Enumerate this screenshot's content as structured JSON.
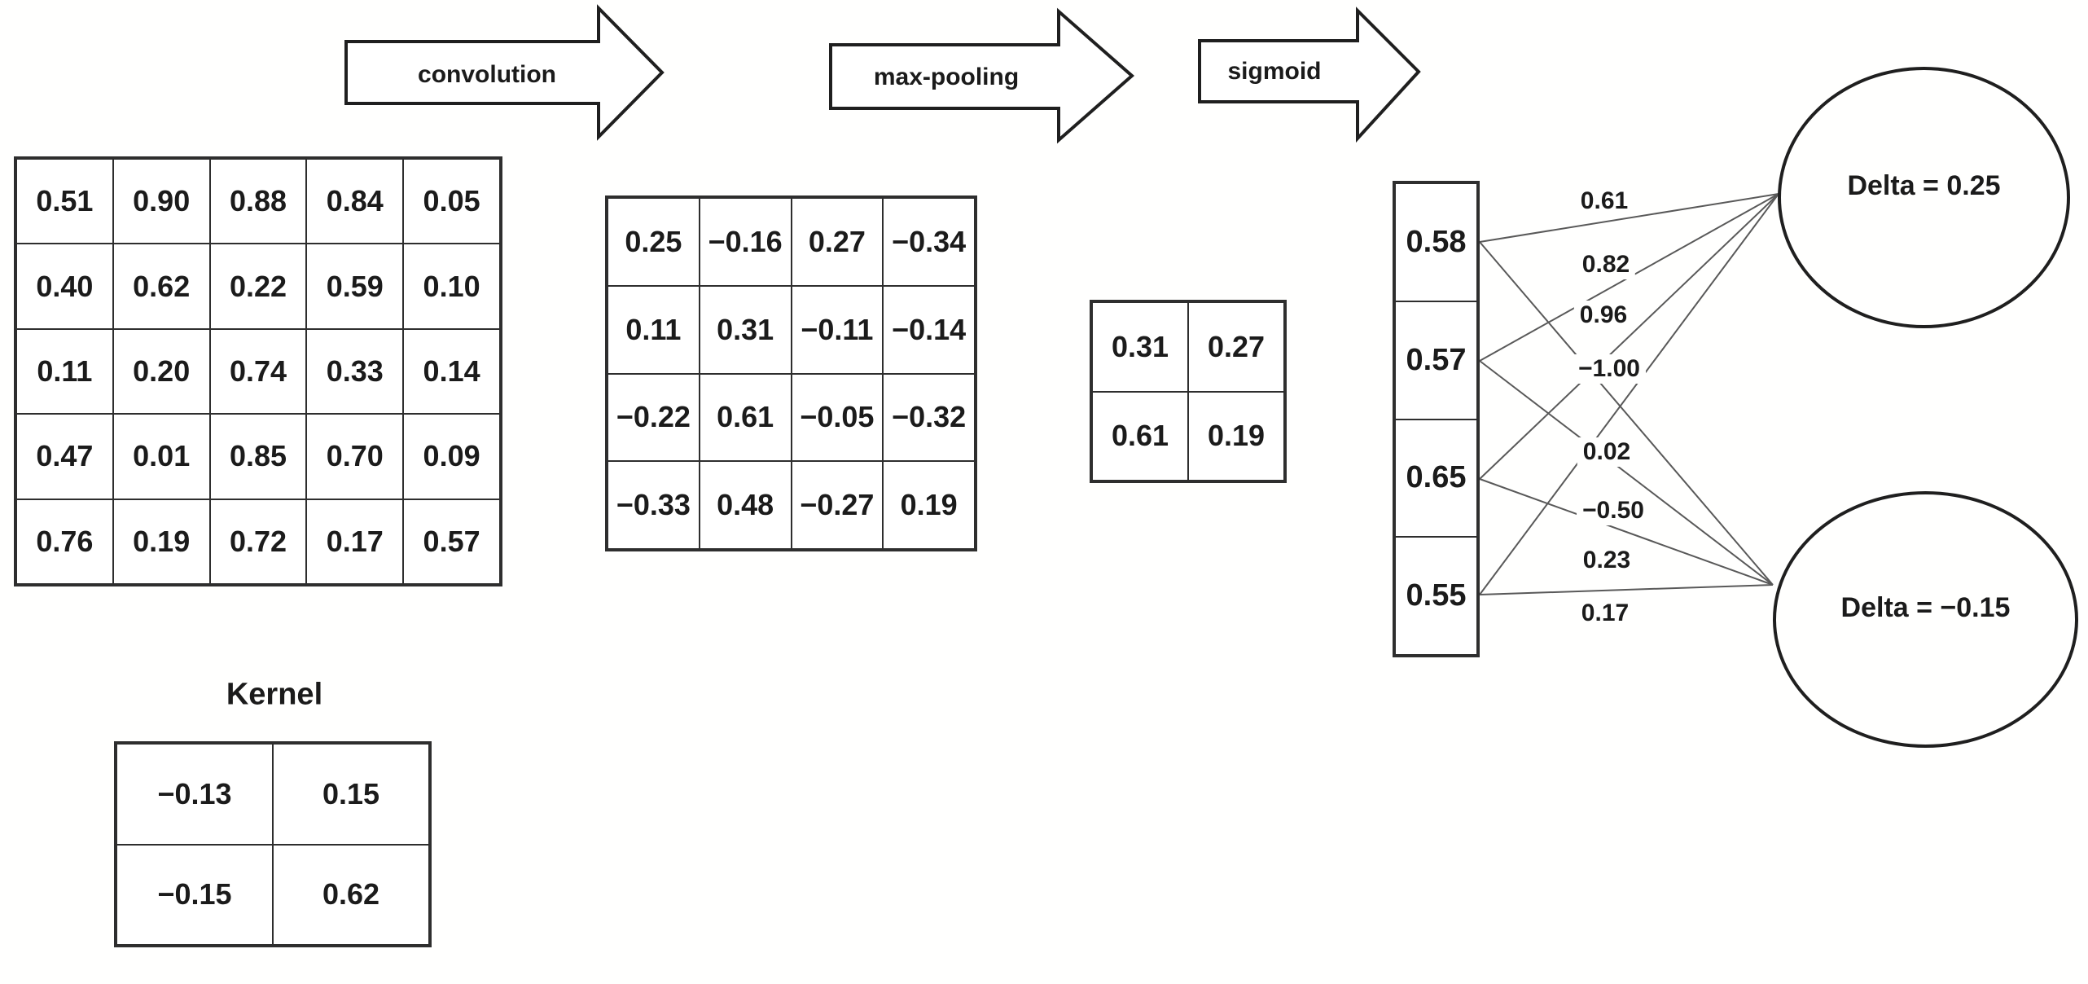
{
  "input_matrix": {
    "rows": [
      [
        "0.51",
        "0.90",
        "0.88",
        "0.84",
        "0.05"
      ],
      [
        "0.40",
        "0.62",
        "0.22",
        "0.59",
        "0.10"
      ],
      [
        "0.11",
        "0.20",
        "0.74",
        "0.33",
        "0.14"
      ],
      [
        "0.47",
        "0.01",
        "0.85",
        "0.70",
        "0.09"
      ],
      [
        "0.76",
        "0.19",
        "0.72",
        "0.17",
        "0.57"
      ]
    ]
  },
  "kernel": {
    "title": "Kernel",
    "rows": [
      [
        "−0.13",
        "0.15"
      ],
      [
        "−0.15",
        "0.62"
      ]
    ]
  },
  "arrows": {
    "convolution": "convolution",
    "max_pooling": "max-pooling",
    "sigmoid": "sigmoid"
  },
  "conv_matrix": {
    "rows": [
      [
        "0.25",
        "−0.16",
        "0.27",
        "−0.34"
      ],
      [
        "0.11",
        "0.31",
        "−0.11",
        "−0.14"
      ],
      [
        "−0.22",
        "0.61",
        "−0.05",
        "−0.32"
      ],
      [
        "−0.33",
        "0.48",
        "−0.27",
        "0.19"
      ]
    ]
  },
  "pooled_matrix": {
    "rows": [
      [
        "0.31",
        "0.27"
      ],
      [
        "0.61",
        "0.19"
      ]
    ]
  },
  "sigmoid_vector": {
    "rows": [
      [
        "0.58"
      ],
      [
        "0.57"
      ],
      [
        "0.65"
      ],
      [
        "0.55"
      ]
    ]
  },
  "weights": [
    "0.61",
    "0.82",
    "0.96",
    "−1.00",
    "0.02",
    "−0.50",
    "0.23",
    "0.17"
  ],
  "neurons": [
    {
      "label": "Delta = 0.25"
    },
    {
      "label": "Delta = −0.15"
    }
  ]
}
